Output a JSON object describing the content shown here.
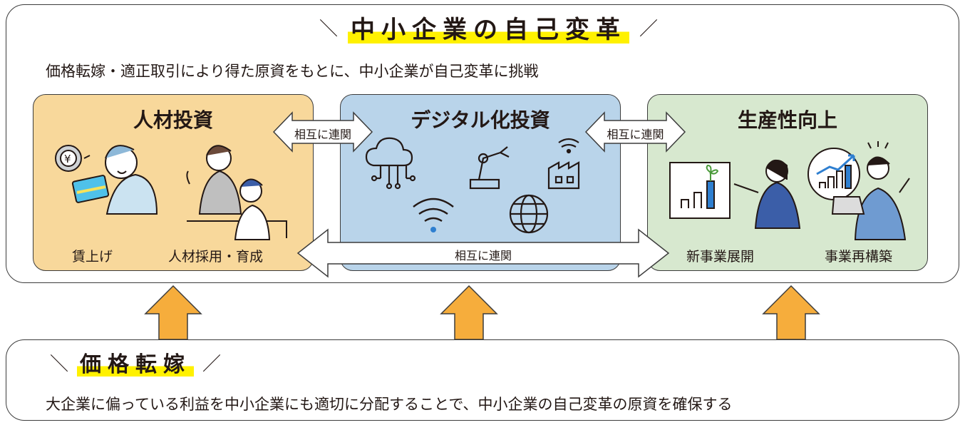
{
  "top": {
    "title": "中小企業の自己変革",
    "subtitle": "価格転嫁・適正取引により得た原資をもとに、中小企業が自己変革に挑戦"
  },
  "boxes": {
    "jinzai": {
      "title": "人材投資",
      "labels": [
        "賃上げ",
        "人材採用・育成"
      ]
    },
    "digital": {
      "title": "デジタル化投資"
    },
    "seisan": {
      "title": "生産性向上",
      "labels": [
        "新事業展開",
        "事業再構築"
      ]
    }
  },
  "links": {
    "left": "相互に連関",
    "right": "相互に連関",
    "bottom": "相互に連関"
  },
  "bottom": {
    "title": "価格転嫁",
    "description": "大企業に偏っている利益を中小企業にも適切に分配することで、中小企業の自己変革の原資を確保する"
  },
  "colors": {
    "jinzai_box": "#f8d89b",
    "digital_box": "#b9d4ea",
    "seisan_box": "#d7e8cf",
    "up_arrow": "#f6ad3c",
    "title_highlight": "#fff100",
    "wifi_dot": "#2e7fd0"
  },
  "icons": [
    "yen-coin-icon",
    "cloud-network-icon",
    "robot-arm-icon",
    "factory-icon",
    "wifi-icon",
    "globe-icon",
    "growth-chart-icon"
  ]
}
